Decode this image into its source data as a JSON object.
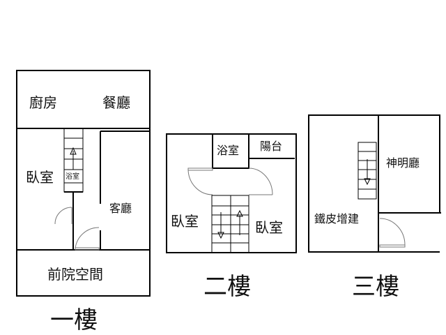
{
  "floor1": {
    "title": "一樓",
    "rooms": {
      "kitchen": "廚房",
      "dining": "餐廳",
      "bedroom": "臥室",
      "bathroom": "浴室",
      "living": "客廳",
      "front_yard": "前院空間"
    }
  },
  "floor2": {
    "title": "二樓",
    "rooms": {
      "bathroom": "浴室",
      "balcony": "陽台",
      "bedroom_left": "臥室",
      "bedroom_right": "臥室"
    }
  },
  "floor3": {
    "title": "三樓",
    "rooms": {
      "shrine_hall": "神明廳",
      "iron_extension": "鐵皮增建"
    }
  }
}
